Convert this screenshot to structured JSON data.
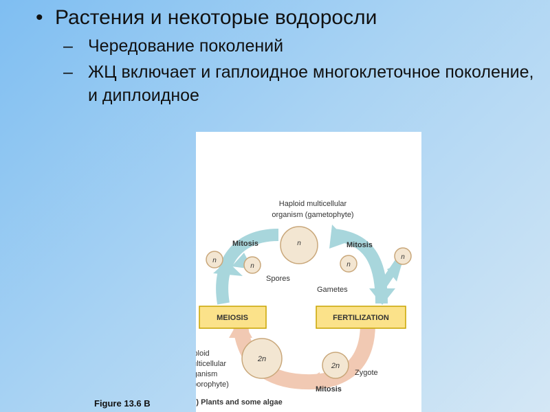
{
  "slide": {
    "bullet": "Растения и некоторые водоросли",
    "sub_items": [
      "Чередование поколений",
      "ЖЦ включает и гаплоидное многоклеточное поколение, и диплоидное"
    ],
    "caption": "Figure 13.6 B"
  },
  "diagram": {
    "gametophyte_label_1": "Haploid multicellular",
    "gametophyte_label_2": "organism (gametophyte)",
    "mitosis_left": "Mitosis",
    "mitosis_right": "Mitosis",
    "mitosis_bottom": "Mitosis",
    "spores": "Spores",
    "gametes": "Gametes",
    "meiosis": "MEIOSIS",
    "fertilization": "FERTILIZATION",
    "zygote": "Zygote",
    "sporophyte_label_1": "Diploid",
    "sporophyte_label_2": "multicellular",
    "sporophyte_label_3": "organism",
    "sporophyte_label_4": "(sporophyte)",
    "haploid_n": "n",
    "diploid_2n": "2n",
    "subtitle": "(b) Plants and some algae",
    "colors": {
      "haploid_arrow": "#a8d6dc",
      "diploid_arrow": "#f1c9b3",
      "cell_fill": "#f3e6d2",
      "cell_stroke": "#c9a77a",
      "label_box": "#fbe28a",
      "label_box_stroke": "#c8a400"
    }
  }
}
